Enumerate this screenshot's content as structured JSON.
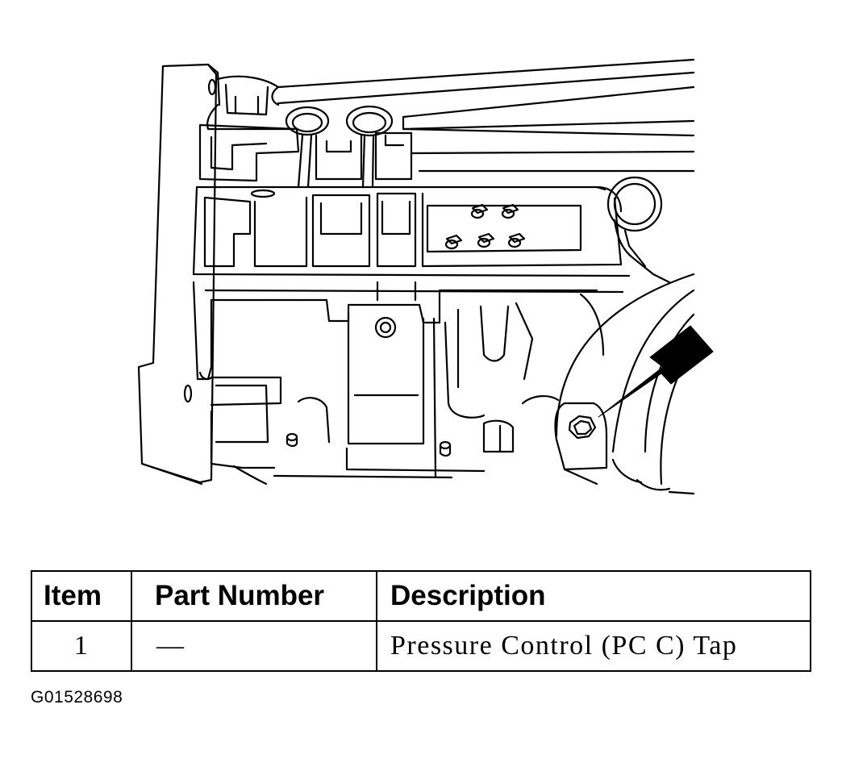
{
  "table": {
    "headers": [
      "Item",
      "Part Number",
      "Description"
    ],
    "rows": [
      [
        "1",
        "—",
        "Pressure Control (PC C) Tap"
      ]
    ]
  },
  "figure_id": "G01528698"
}
